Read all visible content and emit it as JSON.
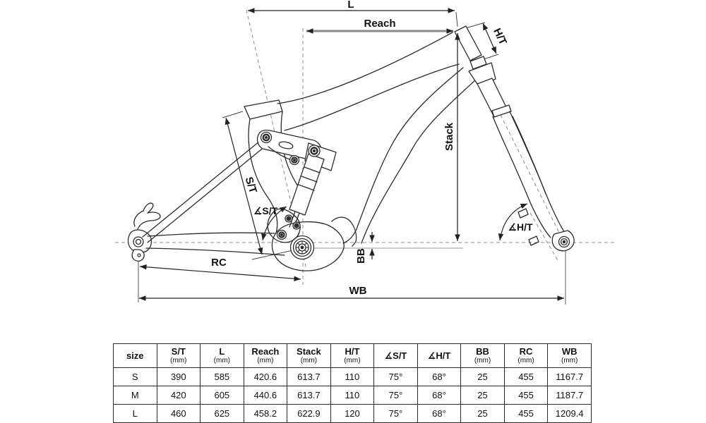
{
  "diagram": {
    "labels": {
      "top_length": "L",
      "reach": "Reach",
      "head_tube": "H/T",
      "stack": "Stack",
      "seat_tube": "S/T",
      "seat_tube_angle": "∡S/T",
      "head_tube_angle": "∡H/T",
      "bb_drop": "BB",
      "rear_center": "RC",
      "wheelbase": "WB"
    },
    "colors": {
      "frame_line": "#2b2b2b",
      "dimension_line": "#222222",
      "reach_bar": "#8a8a8a",
      "reference_dash": "#8c8c8c"
    }
  },
  "table": {
    "columns": [
      {
        "label": "size",
        "unit": ""
      },
      {
        "label": "S/T",
        "unit": "(mm)"
      },
      {
        "label": "L",
        "unit": "(mm)"
      },
      {
        "label": "Reach",
        "unit": "(mm)"
      },
      {
        "label": "Stack",
        "unit": "(mm)"
      },
      {
        "label": "H/T",
        "unit": "(mm)"
      },
      {
        "label": "∡S/T",
        "unit": ""
      },
      {
        "label": "∡H/T",
        "unit": ""
      },
      {
        "label": "BB",
        "unit": "(mm)"
      },
      {
        "label": "RC",
        "unit": "(mm)"
      },
      {
        "label": "WB",
        "unit": "(mm)"
      }
    ],
    "rows": [
      {
        "size": "S",
        "values": [
          "390",
          "585",
          "420.6",
          "613.7",
          "110",
          "75°",
          "68°",
          "25",
          "455",
          "1167.7"
        ]
      },
      {
        "size": "M",
        "values": [
          "420",
          "605",
          "440.6",
          "613.7",
          "110",
          "75°",
          "68°",
          "25",
          "455",
          "1187.7"
        ]
      },
      {
        "size": "L",
        "values": [
          "460",
          "625",
          "458.2",
          "622.9",
          "120",
          "75°",
          "68°",
          "25",
          "455",
          "1209.4"
        ]
      }
    ]
  }
}
